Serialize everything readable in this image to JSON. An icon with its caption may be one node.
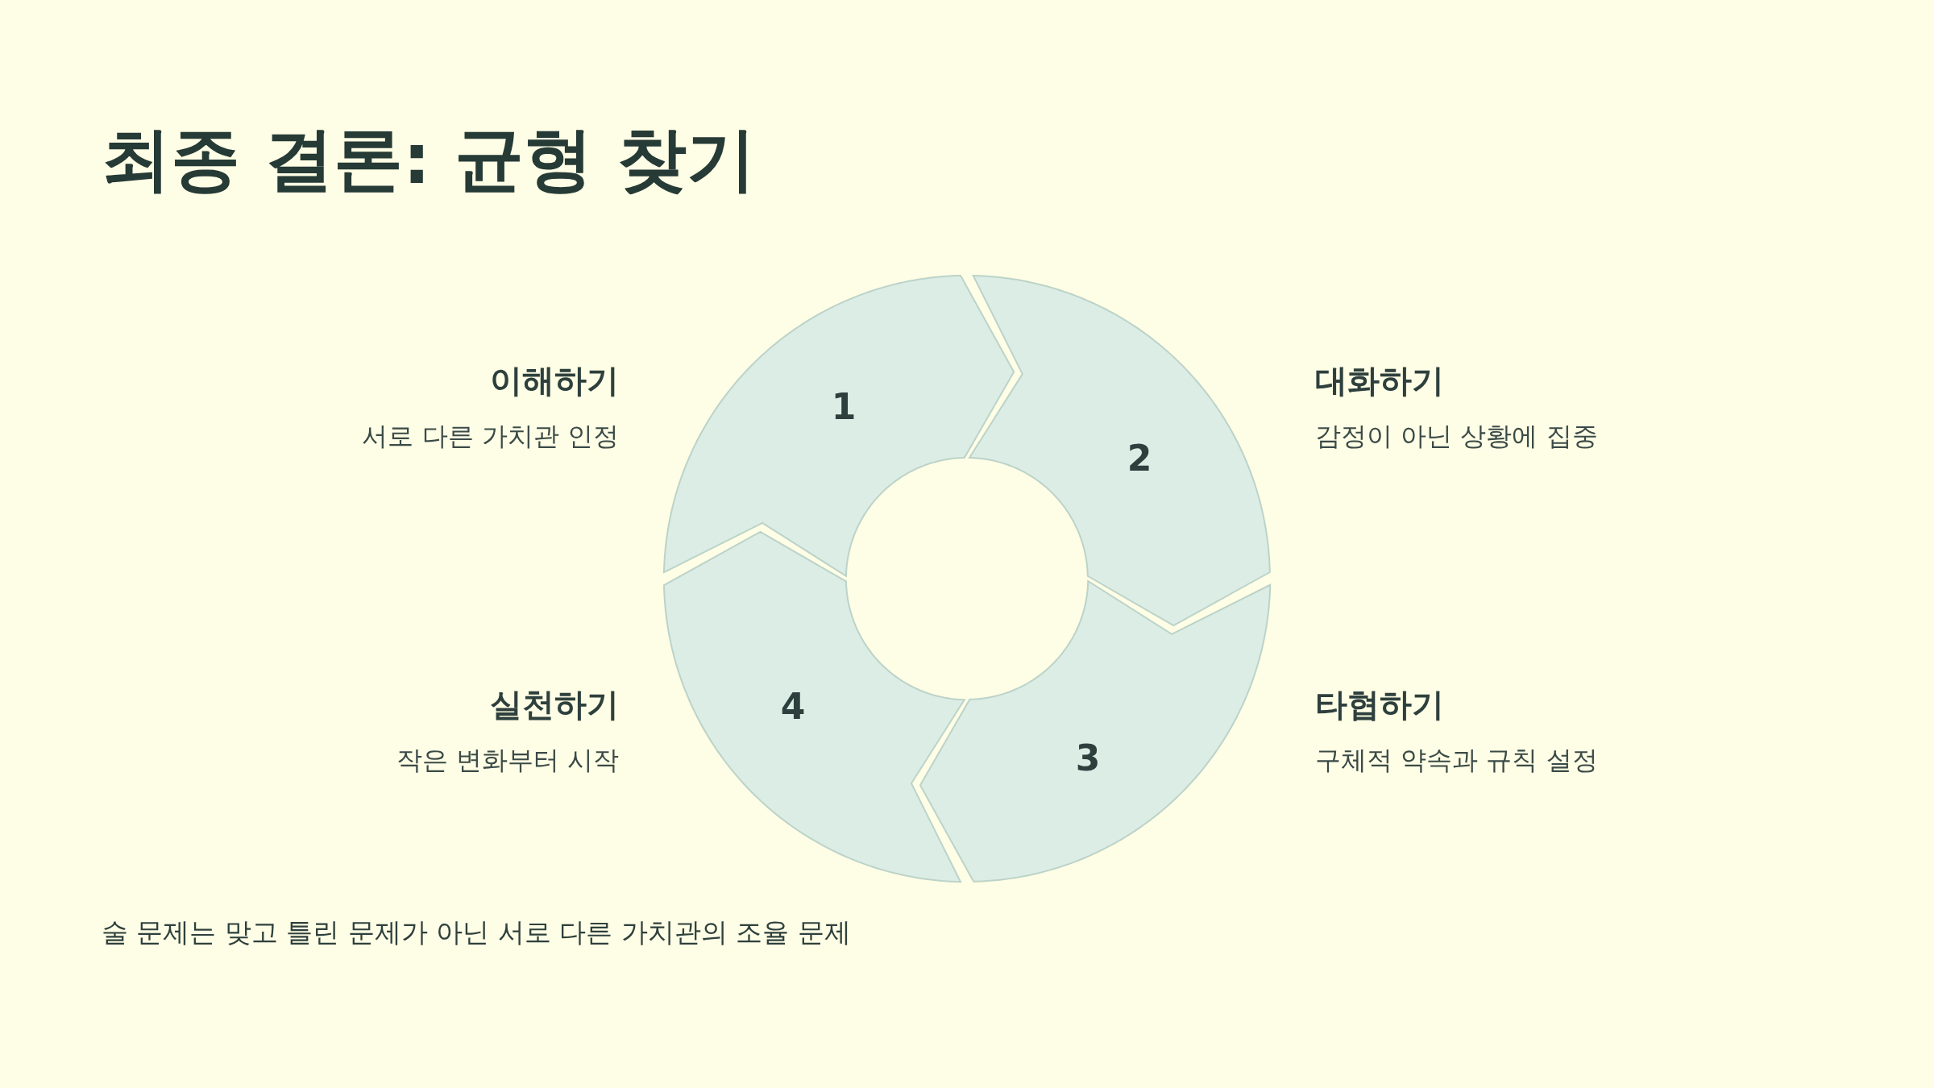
{
  "diagram": {
    "title": "최종 결론: 균형 찾기",
    "nodes": [
      {
        "text": [
          "1"
        ],
        "beside": [
          "이해하기",
          "서로 다른 가치관 인정"
        ]
      },
      {
        "text": [
          "2"
        ],
        "beside": [
          "대화하기",
          "감정이 아닌 상황에 집중"
        ]
      },
      {
        "text": [
          "3"
        ],
        "beside": [
          "타협하기",
          "구체적 약속과 규칙 설정"
        ]
      },
      {
        "text": [
          "4"
        ],
        "beside": [
          "실천하기",
          "작은 변화부터 시작"
        ]
      }
    ],
    "labels": [
      "술 문제는 맞고 틀린 문제가 아닌 서로 다른 가치관의 조율 문제"
    ]
  }
}
